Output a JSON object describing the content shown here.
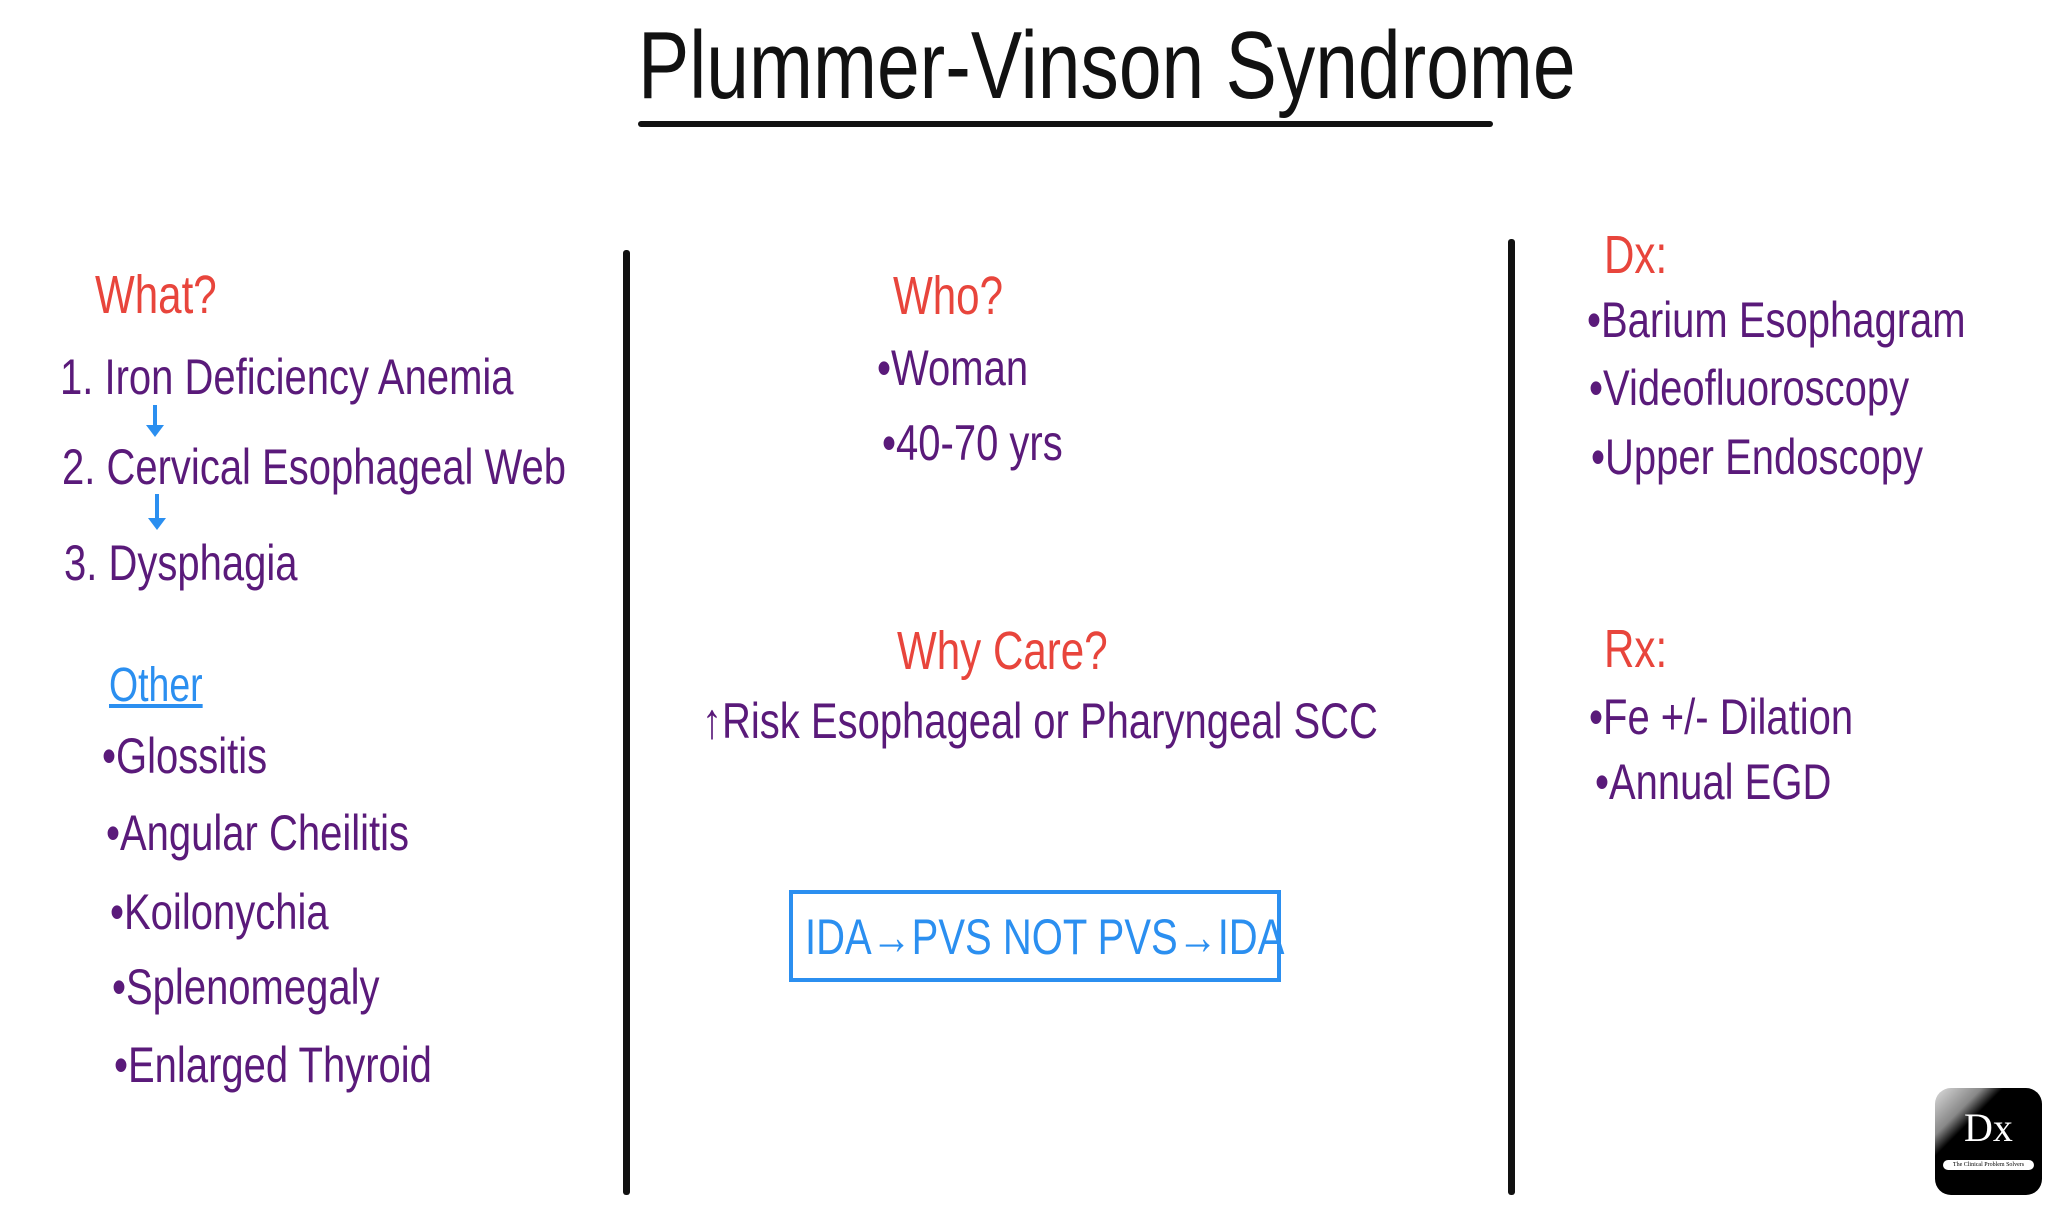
{
  "title": "Plummer-Vinson Syndrome",
  "colors": {
    "heading": "#e8453c",
    "text": "#5a1a7a",
    "accent": "#2b8ff0"
  },
  "what": {
    "heading": "What?",
    "items": [
      "1. Iron Deficiency Anemia",
      "2. Cervical Esophageal Web",
      "3. Dysphagia"
    ],
    "other_heading": "Other",
    "other_items": [
      "•Glossitis",
      "•Angular Cheilitis",
      "•Koilonychia",
      "•Splenomegaly",
      "•Enlarged Thyroid"
    ]
  },
  "who": {
    "heading": "Who?",
    "items": [
      "•Woman",
      "•40-70 yrs"
    ]
  },
  "why": {
    "heading": "Why Care?",
    "text": "↑Risk Esophageal or Pharyngeal  SCC",
    "box": "IDA→PVS NOT PVS→IDA"
  },
  "dx": {
    "heading": "Dx:",
    "items": [
      "•Barium Esophagram",
      "•Videofluoroscopy",
      "•Upper Endoscopy"
    ]
  },
  "rx": {
    "heading": "Rx:",
    "items": [
      "•Fe +/- Dilation",
      "•Annual EGD"
    ]
  },
  "logo": {
    "mark": "Dx",
    "caption": "The Clinical Problem Solvers"
  }
}
